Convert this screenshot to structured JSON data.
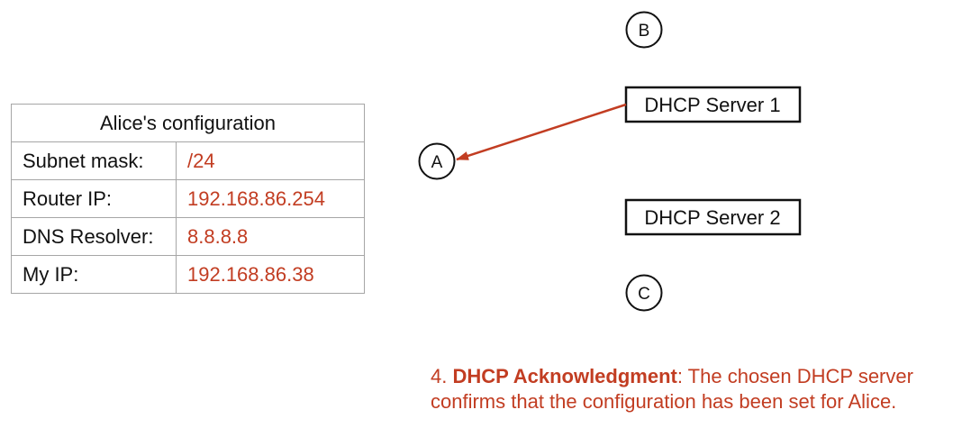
{
  "config_table": {
    "title": "Alice's configuration",
    "rows": [
      {
        "key": "Subnet mask:",
        "value": "/24"
      },
      {
        "key": "Router IP:",
        "value": "192.168.86.254"
      },
      {
        "key": "DNS Resolver:",
        "value": "8.8.8.8"
      },
      {
        "key": "My IP:",
        "value": "192.168.86.38"
      }
    ]
  },
  "nodes": {
    "a": "A",
    "b": "B",
    "c": "C"
  },
  "servers": {
    "server1": "DHCP Server 1",
    "server2": "DHCP Server 2"
  },
  "caption": {
    "step": "4.",
    "title": "DHCP Acknowledgment",
    "text": ": The chosen DHCP server confirms that the configuration has been set for Alice."
  },
  "colors": {
    "accent": "#c23d22",
    "border": "#a6a6a6",
    "text": "#111111"
  }
}
